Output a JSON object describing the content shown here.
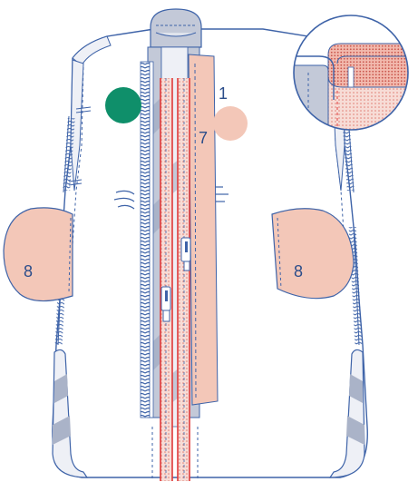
{
  "labels": {
    "part_1": "1",
    "part_7": "7",
    "part_8_left": "8",
    "part_8_right": "8"
  },
  "colors": {
    "outline": "#3e63a8",
    "fabric_light": "#eef0f6",
    "fabric_gray": "#c3c9d8",
    "peach": "#f3c7b8",
    "stripe_band": "#aab3c8",
    "green_dot": "#0f8f6a",
    "stitch_red": "#e03a3a",
    "mesh_pink": "#f4d4cf"
  },
  "icons": [
    "snap-dot-icon",
    "pink-dot-icon",
    "zipper-icon",
    "zoom-detail-icon",
    "thread-mark-icon"
  ]
}
